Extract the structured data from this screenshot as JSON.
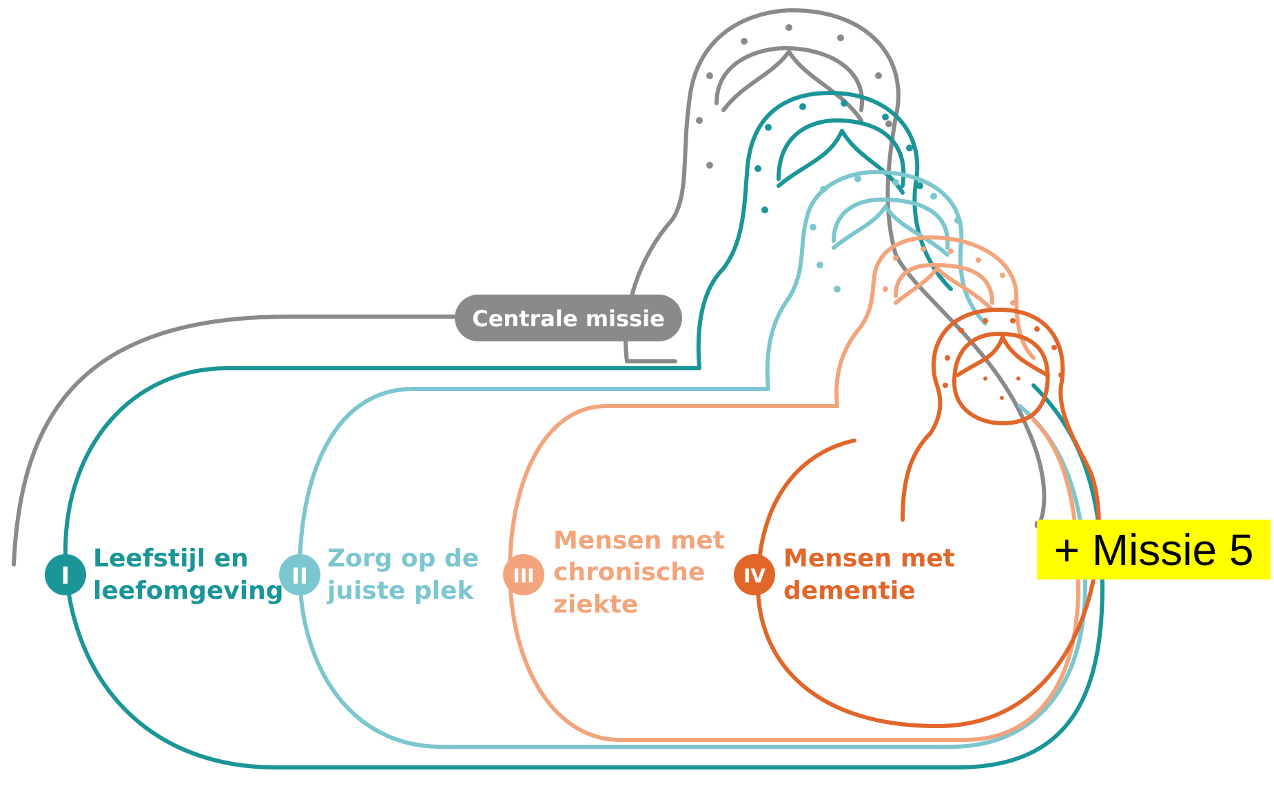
{
  "colors": {
    "gray": "#8a8a8a",
    "teal": "#1a9598",
    "light_teal": "#7cc6cf",
    "light_orange": "#f2a57c",
    "orange": "#e0662a",
    "highlight": "#ffff00"
  },
  "central": {
    "label": "Centrale missie"
  },
  "missions": [
    {
      "numeral": "I",
      "lines": [
        "Leefstijl en",
        "leefomgeving"
      ],
      "color": "#1a9598"
    },
    {
      "numeral": "II",
      "lines": [
        "Zorg op de",
        "juiste plek"
      ],
      "color": "#7cc6cf"
    },
    {
      "numeral": "III",
      "lines": [
        "Mensen met",
        "chronische",
        "ziekte"
      ],
      "color": "#f2a57c"
    },
    {
      "numeral": "IV",
      "lines": [
        "Mensen met",
        "dementie"
      ],
      "color": "#e0662a"
    }
  ],
  "extra": {
    "label": "+ Missie 5"
  },
  "icons": [
    "matryoshka-doll-icon"
  ]
}
